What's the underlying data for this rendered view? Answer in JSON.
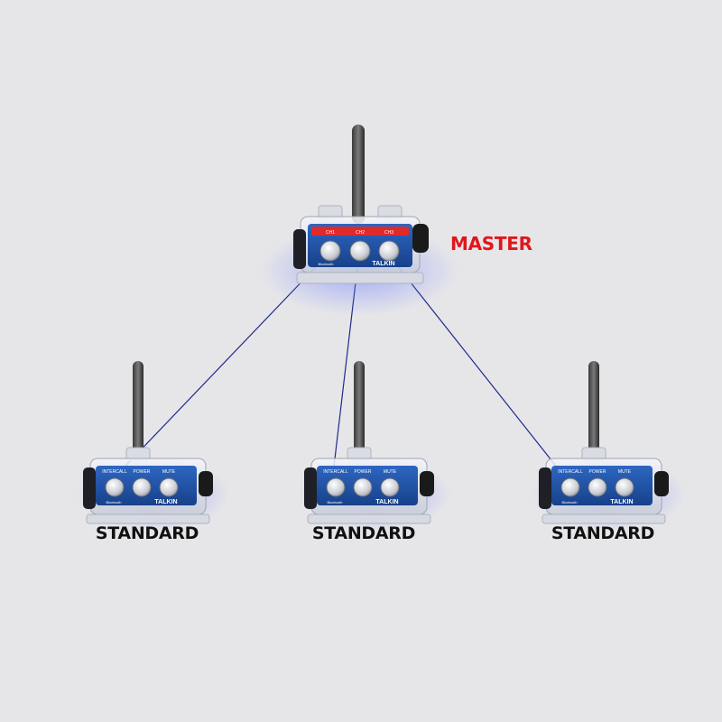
{
  "labels": {
    "master": "MASTER",
    "standard_left": "STANDARD",
    "standard_center": "STANDARD",
    "standard_right": "STANDARD"
  },
  "master_unit": {
    "buttons": [
      "CH1",
      "CH2",
      "CH3"
    ],
    "brand": "TALKIN",
    "bluetooth_text": "Bluetooth"
  },
  "standard_unit": {
    "buttons": [
      "INTERCALL",
      "POWER",
      "MUTE"
    ],
    "brand": "TALKIN",
    "bluetooth_text": "Bluetooth"
  },
  "colors": {
    "background": "#e6e6e9",
    "master_label": "#e0161b",
    "standard_label": "#111111",
    "link_line": "#1e2a8a",
    "unit_body": "#1f4fa0",
    "master_strip": "#e02a2a"
  }
}
